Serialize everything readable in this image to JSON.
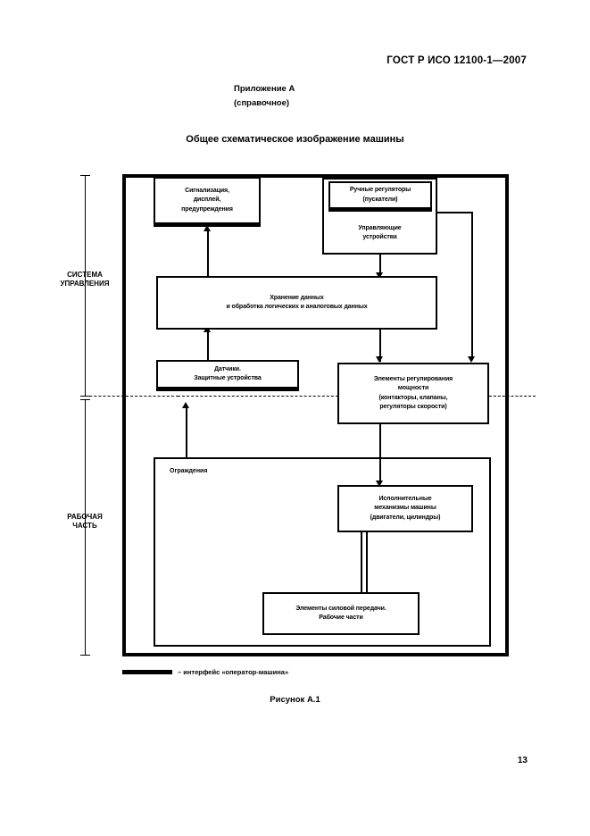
{
  "document": {
    "standard_header": "ГОСТ Р ИСО 12100-1—2007",
    "annex_label": "Приложение А",
    "annex_subtitle": "(справочное)",
    "figure_title": "Общее схематическое изображение машины",
    "figure_caption": "Рисунок А.1",
    "page_number": "13"
  },
  "diagram": {
    "side_labels": {
      "control_system": "СИСТЕМА\nУПРАВЛЕНИЯ",
      "control_system_line1": "СИСТЕМА",
      "control_system_line2": "УПРАВЛЕНИЯ",
      "working_part_line1": "РАБОЧАЯ",
      "working_part_line2": "ЧАСТЬ"
    },
    "nodes": {
      "signalling": {
        "line1": "Сигнализация,",
        "line2": "дисплей,",
        "line3": "предупреждения"
      },
      "manual_controls": {
        "line1": "Ручные регуляторы",
        "line2": "(пускатели)"
      },
      "control_devices": {
        "line1": "Управляющие",
        "line2": "устройства"
      },
      "data_processing": {
        "line1": "Хранение данных",
        "line2": "и обработка логических и аналоговых данных"
      },
      "sensors": {
        "line1": "Датчики.",
        "line2": "Защитные устройства"
      },
      "power_control": {
        "line1": "Элементы регулирования",
        "line2": "мощности",
        "line3": "(контакторы, клапаны,",
        "line4": "регуляторы скорости)"
      },
      "guards": {
        "label": "Ограждения"
      },
      "actuators": {
        "line1": "Исполнительные",
        "line2": "механизмы машины",
        "line3": "(двигатели, цилиндры)"
      },
      "transmission": {
        "line1": "Элементы силовой передачи.",
        "line2": "Рабочие части"
      }
    },
    "legend": {
      "text": "– интерфейс «оператор-машина»"
    }
  },
  "colors": {
    "ink": "#000000",
    "paper": "#ffffff"
  }
}
